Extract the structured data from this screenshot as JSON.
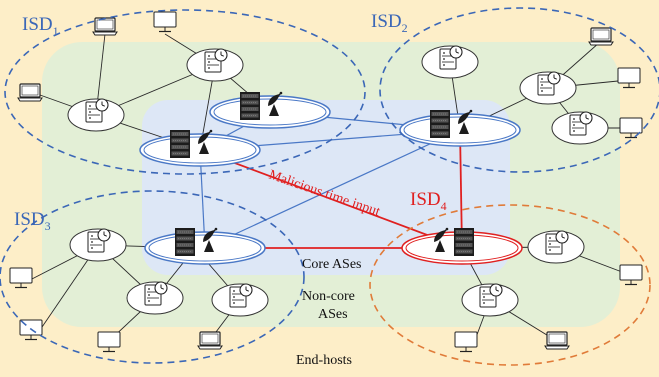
{
  "isds": [
    {
      "id": "isd1",
      "name": "ISD",
      "sub": "1"
    },
    {
      "id": "isd2",
      "name": "ISD",
      "sub": "2"
    },
    {
      "id": "isd3",
      "name": "ISD",
      "sub": "3"
    },
    {
      "id": "isd4",
      "name": "ISD",
      "sub": "4"
    }
  ],
  "labels": {
    "core": "Core ASes",
    "noncore_line1": "Non-core",
    "noncore_line2": "ASes",
    "endhosts": "End-hosts",
    "malicious": "Malicious time input"
  },
  "colors": {
    "endhost_bg": "#fdeec8",
    "noncore_bg": "#e3efd6",
    "core_bg": "#dde7f6",
    "isd_blue": "#3b67b7",
    "isd_orange": "#e07b39",
    "link_blue": "#4a78c6",
    "attack_red": "#e02020",
    "node_stroke": "#333333"
  },
  "icons": {
    "server_clock": "server-clock-icon",
    "antenna": "satellite-dish-icon",
    "rack": "server-rack-icon",
    "desktop": "desktop-icon",
    "laptop": "laptop-icon"
  }
}
